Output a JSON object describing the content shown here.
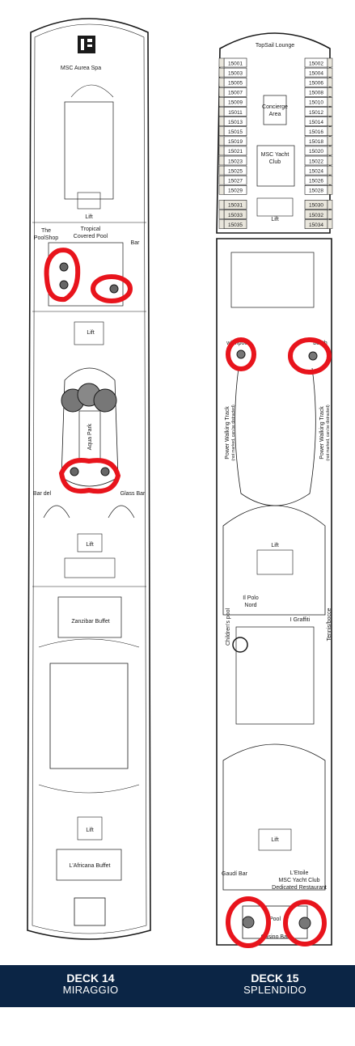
{
  "deck14": {
    "number": "DECK 14",
    "name": "MIRAGGIO",
    "labels": {
      "spa": "MSC Aurea Spa",
      "lift_top": "Lift",
      "pool_shop_1": "The",
      "pool_shop_2": "PoolShop",
      "tropical_1": "Tropical",
      "tropical_2": "Covered Pool",
      "bar": "Bar",
      "lift_mid": "Lift",
      "aqua_park": "Aqua Park",
      "bar_del": "Bar del",
      "glass_bar": "Glass Bar",
      "lift_lower": "Lift",
      "zanzibar": "Zanzibar Buffet",
      "lift_aft": "Lift",
      "africana": "L'Africana Buffet"
    }
  },
  "deck15": {
    "number": "DECK 15",
    "name": "SPLENDIDO",
    "labels": {
      "topsail": "TopSail Lounge",
      "concierge_1": "Concierge",
      "concierge_2": "Area",
      "yacht_club_1": "MSC Yacht",
      "yacht_club_2": "Club",
      "lift_top": "Lift",
      "whirlpool_left": "whirlpool",
      "whirlpool_right": "booth",
      "walking_left_1": "Power Walking Track",
      "walking_left_2": "(not marked, can be distracted)",
      "walking_right_1": "Power Walking Track",
      "walking_right_2": "(not marked, can be distracted)",
      "lift_mid": "Lift",
      "polo_1": "Il Polo",
      "polo_2": "Nord",
      "graffiti": "I Graffiti",
      "childrens_pool": "Children's pool",
      "bocce": "Tennis/bocce",
      "lift_aft": "Lift",
      "gaudi": "Gaudí Bar",
      "etoile_1": "L'Etoile",
      "etoile_2": "MSC Yacht Club",
      "etoile_3": "Dedicated Restaurant",
      "pool": "Pool",
      "casino": "Casino Bar"
    },
    "cabins_left": [
      "15001",
      "15003",
      "15005",
      "15007",
      "15009",
      "15011",
      "15013",
      "15015",
      "15019",
      "15021",
      "15023",
      "15025",
      "15027",
      "15029",
      "15031",
      "15033",
      "15035"
    ],
    "cabins_right": [
      "15002",
      "15004",
      "15006",
      "15008",
      "15010",
      "15012",
      "15014",
      "15016",
      "15018",
      "15020",
      "15022",
      "15024",
      "15026",
      "15028",
      "15030",
      "15032",
      "15034"
    ]
  },
  "colors": {
    "footer": "#0b2545",
    "highlight": "#e8141c",
    "outline": "#1a1a1a",
    "cabin": "#e9e6dc"
  }
}
